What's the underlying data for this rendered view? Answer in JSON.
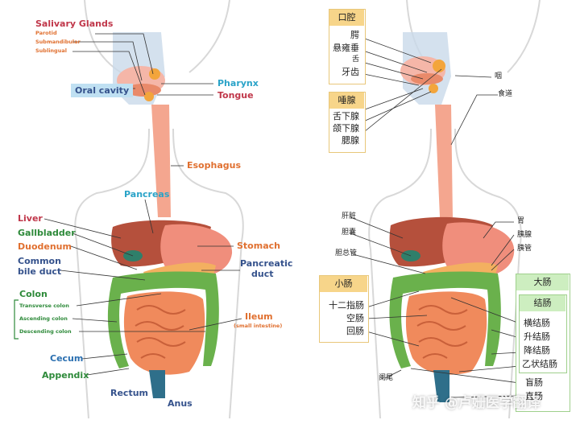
{
  "left": {
    "labels": {
      "salivary_glands": "Salivary Glands",
      "parotid": "Parotid",
      "submandibular": "Submandibular",
      "sublingual": "Sublingual",
      "oral_cavity": "Oral cavity",
      "pharynx": "Pharynx",
      "tongue": "Tongue",
      "esophagus": "Esophagus",
      "pancreas": "Pancreas",
      "liver": "Liver",
      "gallbladder": "Gallbladder",
      "duodenum": "Duodenum",
      "common_bile_duct_1": "Common",
      "common_bile_duct_2": "bile duct",
      "stomach": "Stomach",
      "pancreatic_duct_1": "Pancreatic",
      "pancreatic_duct_2": "duct",
      "colon": "Colon",
      "transverse_colon": "Transverse colon",
      "ascending_colon": "Ascending colon",
      "descending_colon": "Descending colon",
      "ileum": "Ileum",
      "small_intestine": "(small intestine)",
      "cecum": "Cecum",
      "appendix": "Appendix",
      "rectum": "Rectum",
      "anus": "Anus"
    }
  },
  "right": {
    "oral_box": {
      "title": "口腔",
      "items": [
        "腭",
        "悬雍垂",
        "舌",
        "牙齿"
      ]
    },
    "salivary_box": {
      "title": "唾腺",
      "items": [
        "舌下腺",
        "颌下腺",
        "腮腺"
      ]
    },
    "labels": {
      "pharynx": "咽",
      "esophagus": "食道",
      "liver": "肝脏",
      "gallbladder": "胆囊",
      "bile_duct": "胆总管",
      "stomach": "胃",
      "pancreas": "胰腺",
      "pancreatic_duct": "胰管",
      "appendix": "阑尾"
    },
    "small_intestine_box": {
      "title": "小肠",
      "items": [
        "十二指肠",
        "空肠",
        "回肠"
      ]
    },
    "large_intestine_box": {
      "title": "大肠",
      "subtitle": "结肠",
      "items": [
        "横结肠",
        "升结肠",
        "降结肠",
        "乙状结肠",
        "盲肠",
        "直肠"
      ]
    },
    "watermark": "知乎 @卢姗医学翻译"
  }
}
